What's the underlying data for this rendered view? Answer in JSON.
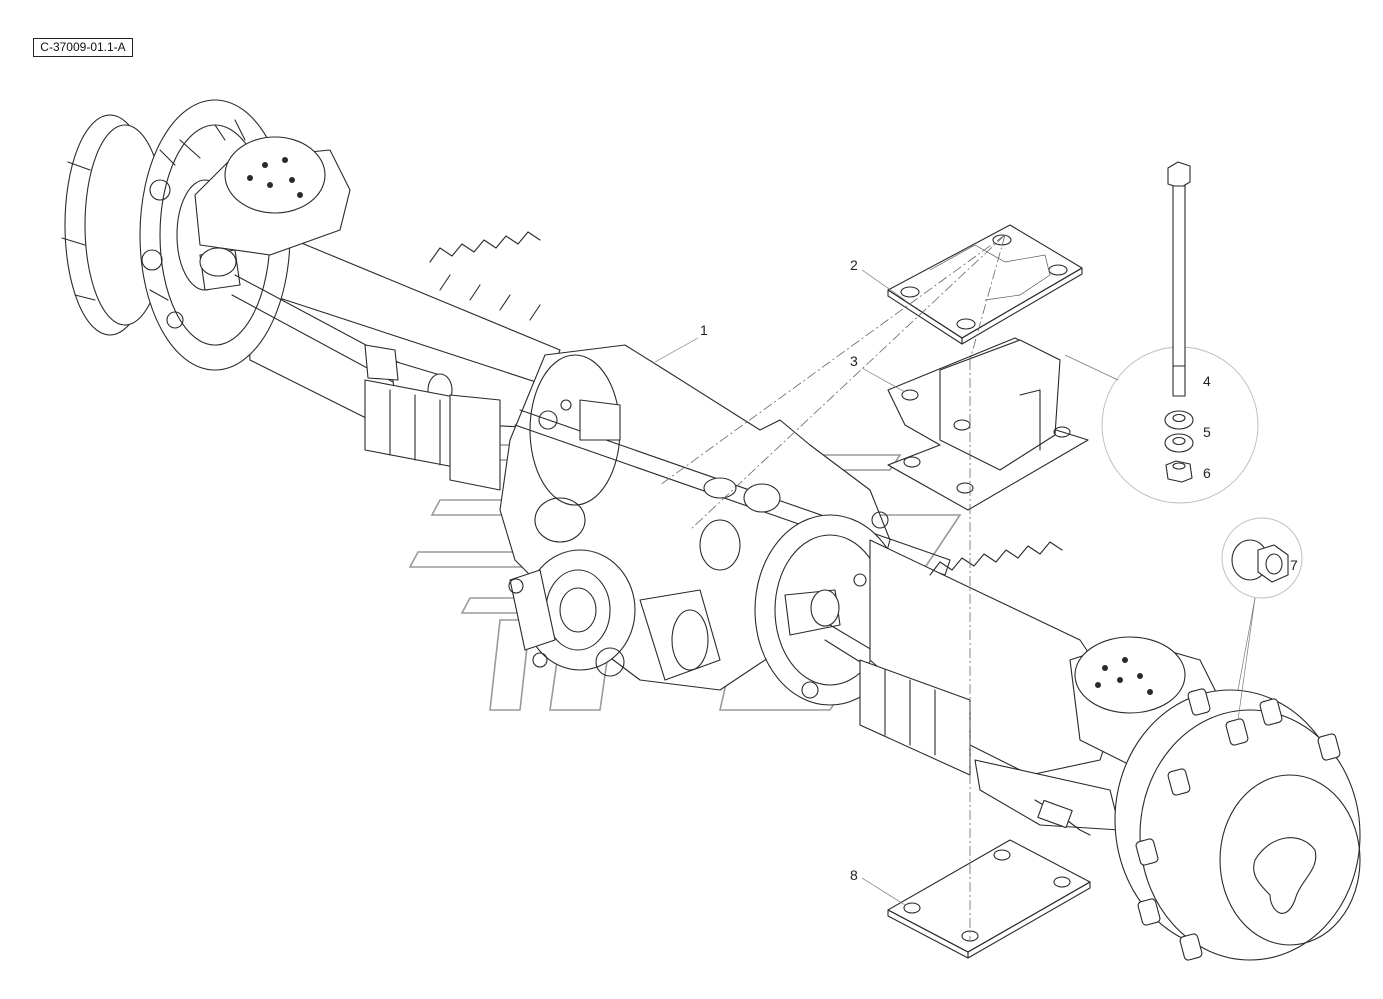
{
  "drawing_code": "C-37009-01.1-A",
  "callouts": [
    {
      "id": "1",
      "label": "1"
    },
    {
      "id": "2",
      "label": "2"
    },
    {
      "id": "3",
      "label": "3"
    },
    {
      "id": "4",
      "label": "4"
    },
    {
      "id": "5",
      "label": "5"
    },
    {
      "id": "6",
      "label": "6"
    },
    {
      "id": "7",
      "label": "7"
    },
    {
      "id": "8",
      "label": "8"
    }
  ],
  "parts": {
    "axle_assembly": "axle-assembly",
    "upper_plate": "upper-mounting-plate",
    "spacer_bracket": "spacer-bracket",
    "u_bolt": "bolt",
    "washer_1": "washer",
    "washer_2": "washer",
    "nut": "nut",
    "wheel_nut": "wheel-nut",
    "lower_plate": "lower-mounting-plate"
  }
}
